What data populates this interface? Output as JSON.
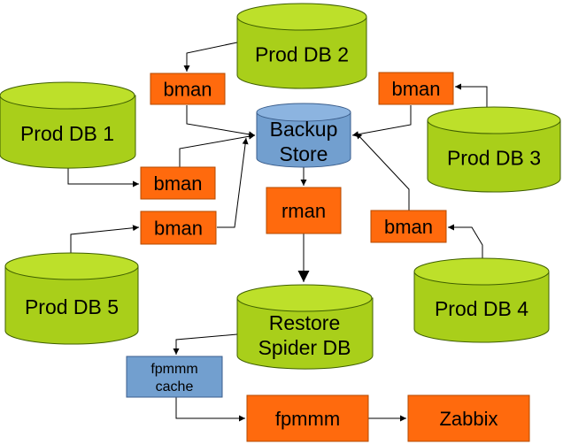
{
  "colors": {
    "db_fill": "#a9cf1a",
    "db_top": "#bde02a",
    "db_stroke": "#3f5f00",
    "store_fill": "#729fcf",
    "store_top": "#8cb4e0",
    "store_stroke": "#3b5e8c",
    "tool_fill": "#ff6a0d",
    "tool_stroke": "#b34a00",
    "cache_fill": "#729fcf",
    "cache_stroke": "#3b5e8c",
    "edge": "#000000"
  },
  "nodes": {
    "prod_db_1": {
      "lines": [
        "Prod DB 1"
      ]
    },
    "prod_db_2": {
      "lines": [
        "Prod DB 2"
      ]
    },
    "prod_db_3": {
      "lines": [
        "Prod DB 3"
      ]
    },
    "prod_db_4": {
      "lines": [
        "Prod DB 4"
      ]
    },
    "prod_db_5": {
      "lines": [
        "Prod DB 5"
      ]
    },
    "backup_store": {
      "lines": [
        "Backup",
        "Store"
      ]
    },
    "restore_spider_db": {
      "lines": [
        "Restore",
        "Spider DB"
      ]
    },
    "bman_db2": {
      "label": "bman"
    },
    "bman_db3": {
      "label": "bman"
    },
    "bman_db1": {
      "label": "bman"
    },
    "bman_db5": {
      "label": "bman"
    },
    "bman_db4": {
      "label": "bman"
    },
    "rman": {
      "label": "rman"
    },
    "fpmmm_cache": {
      "lines": [
        "fpmmm",
        "cache"
      ]
    },
    "fpmmm": {
      "label": "fpmmm"
    },
    "zabbix": {
      "label": "Zabbix"
    }
  },
  "edges": [
    {
      "from": "prod_db_2",
      "to": "bman_db2",
      "arrow": "small"
    },
    {
      "from": "bman_db2",
      "to": "backup_store",
      "arrow": "small"
    },
    {
      "from": "prod_db_3",
      "to": "bman_db3",
      "arrow": "small"
    },
    {
      "from": "bman_db3",
      "to": "backup_store",
      "arrow": "small"
    },
    {
      "from": "prod_db_1",
      "to": "bman_db1",
      "arrow": "small"
    },
    {
      "from": "bman_db1",
      "to": "backup_store",
      "arrow": "small"
    },
    {
      "from": "prod_db_5",
      "to": "bman_db5",
      "arrow": "small"
    },
    {
      "from": "bman_db5",
      "to": "backup_store",
      "arrow": "small"
    },
    {
      "from": "prod_db_4",
      "to": "bman_db4",
      "arrow": "small"
    },
    {
      "from": "bman_db4",
      "to": "backup_store",
      "arrow": "small"
    },
    {
      "from": "backup_store",
      "to": "rman",
      "arrow": "small"
    },
    {
      "from": "rman",
      "to": "restore_spider_db",
      "arrow": "large"
    },
    {
      "from": "restore_spider_db",
      "to": "fpmmm_cache",
      "arrow": "small"
    },
    {
      "from": "fpmmm_cache",
      "to": "fpmmm",
      "arrow": "small"
    },
    {
      "from": "fpmmm",
      "to": "zabbix",
      "arrow": "small"
    }
  ]
}
